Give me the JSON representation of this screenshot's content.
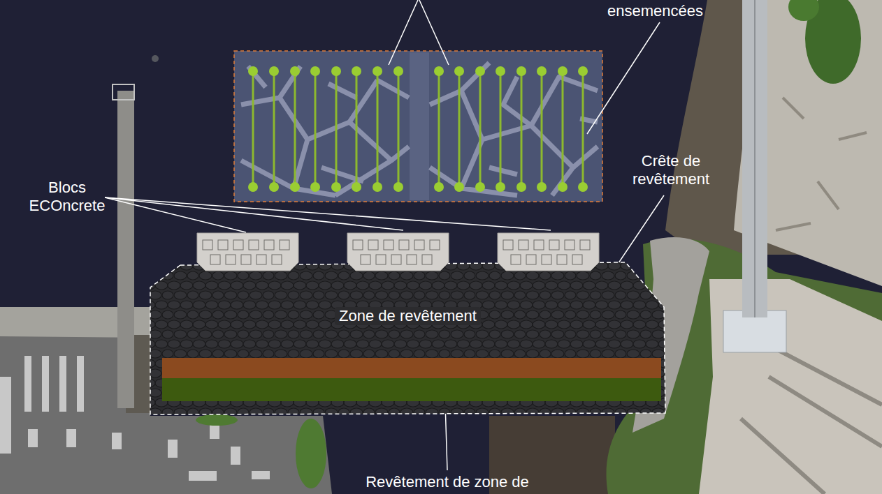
{
  "diagram": {
    "nodes": [
      {
        "text": [
          "Zone de revêtement"
        ]
      }
    ],
    "labels": [
      "ensemencées",
      "Crête de revêtement",
      "Blocs ECOncrete",
      "Revêtement de zone de"
    ]
  }
}
